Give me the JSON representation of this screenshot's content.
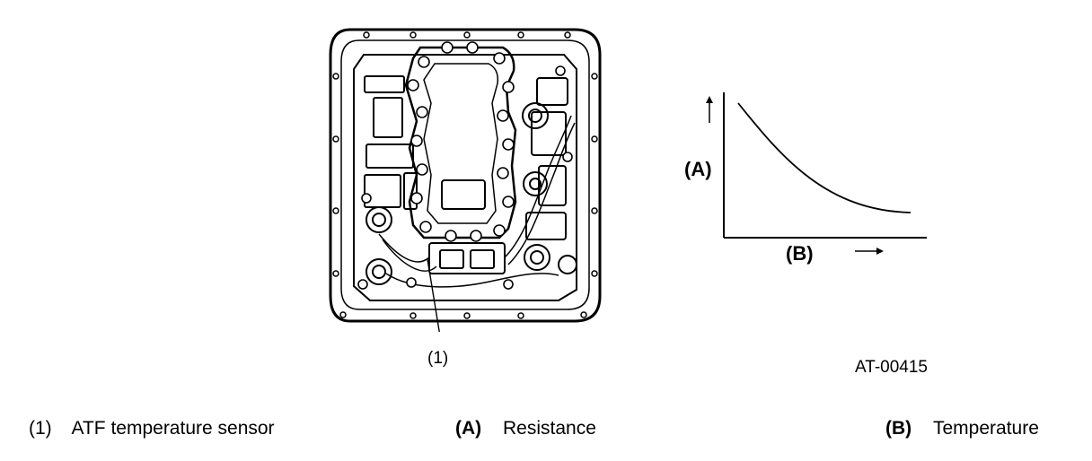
{
  "figure": {
    "callout": "(1)",
    "figure_code": "AT-00415"
  },
  "graph": {
    "y_label": "(A)",
    "x_label": "(B)",
    "curve": "decreasing",
    "y_arrow": "up-arrow",
    "x_arrow": "right-arrow"
  },
  "legend": [
    {
      "key": "(1)",
      "text": "ATF temperature sensor"
    },
    {
      "key": "(A)",
      "text": "Resistance"
    },
    {
      "key": "(B)",
      "text": "Temperature"
    }
  ]
}
